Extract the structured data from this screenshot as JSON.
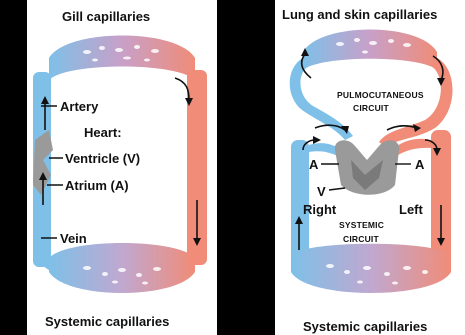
{
  "fish": {
    "gill_capillaries": "Gill capillaries",
    "artery": "Artery",
    "heart": "Heart:",
    "ventricle": "Ventricle (V)",
    "atrium": "Atrium (A)",
    "vein": "Vein",
    "systemic_capillaries": "Systemic capillaries"
  },
  "amphibian": {
    "lung_skin_capillaries": "Lung and skin capillaries",
    "pulmocutaneous_1": "PULMOCUTANEOUS",
    "pulmocutaneous_2": "CIRCUIT",
    "atrium_left": "A",
    "atrium_right": "A",
    "ventricle": "V",
    "right": "Right",
    "left": "Left",
    "systemic_1": "SYSTEMIC",
    "systemic_2": "CIRCUIT",
    "systemic_capillaries": "Systemic capillaries"
  },
  "colors": {
    "oxygen_poor": "#7ec0e8",
    "oxygen_rich": "#f08c78",
    "heart": "#9a9a9a",
    "background": "#000000"
  }
}
